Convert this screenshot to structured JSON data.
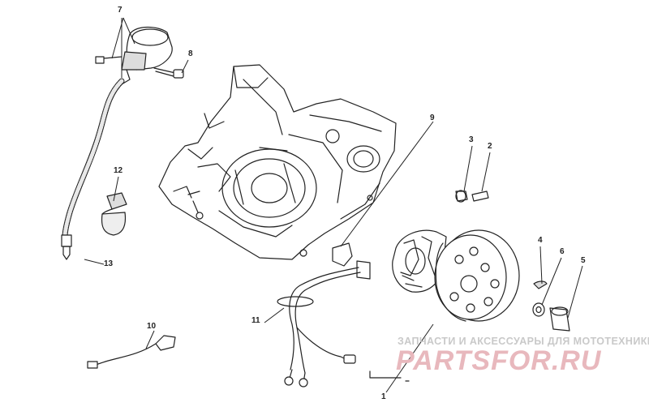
{
  "diagram": {
    "callouts": [
      {
        "id": "1",
        "label": "1"
      },
      {
        "id": "2",
        "label": "2"
      },
      {
        "id": "3",
        "label": "3"
      },
      {
        "id": "4",
        "label": "4"
      },
      {
        "id": "5",
        "label": "5"
      },
      {
        "id": "6",
        "label": "6"
      },
      {
        "id": "7",
        "label": "7"
      },
      {
        "id": "8",
        "label": "8"
      },
      {
        "id": "9",
        "label": "9"
      },
      {
        "id": "10",
        "label": "10"
      },
      {
        "id": "11",
        "label": "11"
      },
      {
        "id": "12",
        "label": "12"
      },
      {
        "id": "13",
        "label": "13"
      }
    ]
  },
  "watermark": {
    "caption": "ЗАПЧАСТИ И АКСЕССУАРЫ ДЛЯ МОТОТЕХНИКИ",
    "logo": "PARTSFOR.RU"
  },
  "colors": {
    "ink": "#222222",
    "watermark_text": "#c9c9c9",
    "watermark_logo": "#e8b8bd"
  }
}
